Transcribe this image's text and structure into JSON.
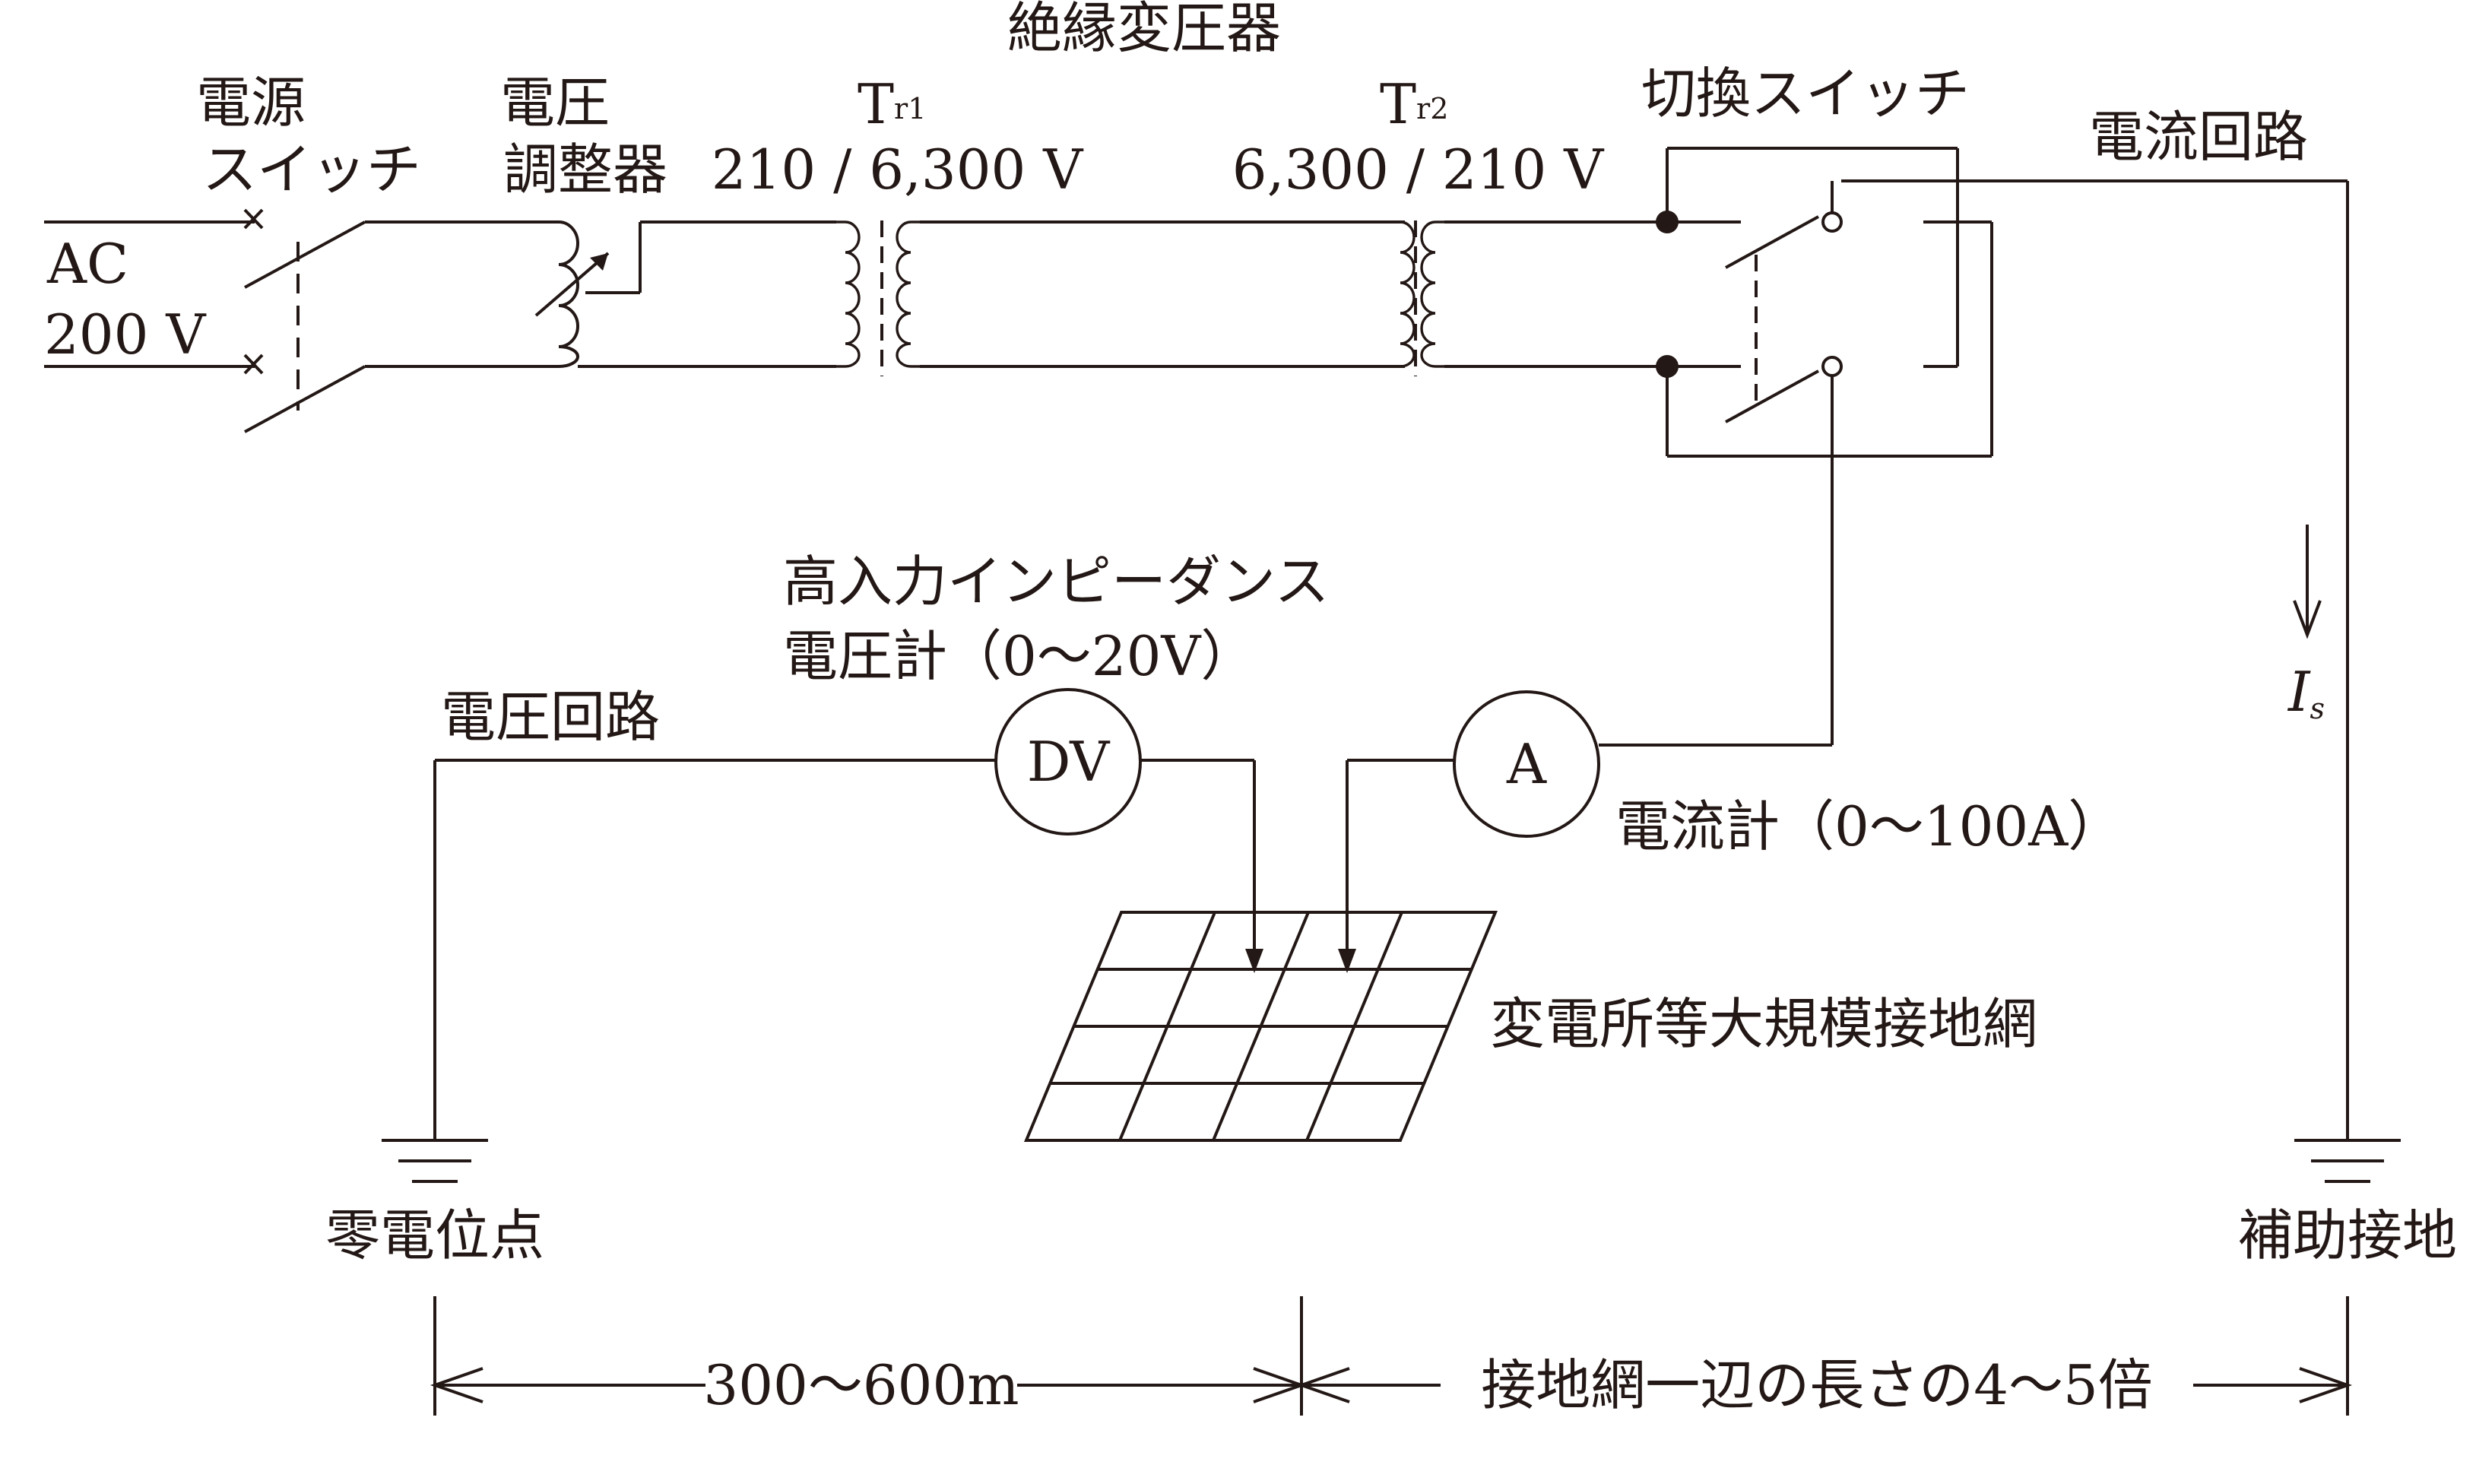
{
  "labels": {
    "insulating_transformer": "絶縁変圧器",
    "power_switch_line1": "電源",
    "power_switch_line2": "スイッチ",
    "voltage_regulator_line1": "電圧",
    "voltage_regulator_line2": "調整器",
    "ac_line1": "AC",
    "ac_line2": "200 V",
    "tr1_main": "T",
    "tr1_sub": "r1",
    "tr1_ratio": "210 / 6,300 V",
    "tr2_main": "T",
    "tr2_sub": "r2",
    "tr2_ratio": "6,300 / 210 V",
    "changeover_switch": "切換スイッチ",
    "current_circuit": "電流回路",
    "dv_meter_line1": "高入力インピーダンス",
    "dv_meter_line2": "電圧計（0～20V）",
    "voltage_circuit": "電圧回路",
    "dv_symbol": "DV",
    "ammeter_symbol": "A",
    "ammeter_label": "電流計（0～100A）",
    "current_is_main": "I",
    "current_is_sub": "s",
    "grounding_grid": "変電所等大規模接地網",
    "zero_potential_point": "零電位点",
    "auxiliary_ground": "補助接地",
    "dimension_left": "300～600m",
    "dimension_right": "接地網一辺の長さの4～5倍"
  }
}
